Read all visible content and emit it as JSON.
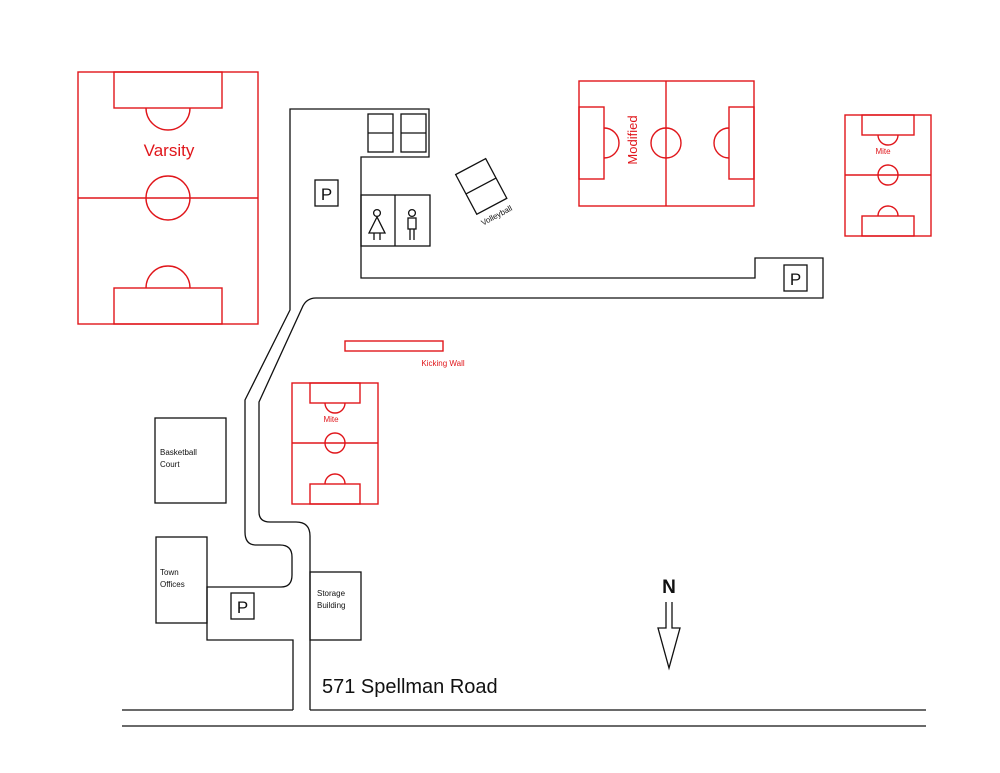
{
  "colors": {
    "field": "#e0161b",
    "building": "#111111"
  },
  "fields": {
    "varsity": "Varsity",
    "modified": "Modified",
    "mite_east": "Mite",
    "mite_center": "Mite",
    "kicking_wall": "Kicking Wall"
  },
  "facilities": {
    "volleyball": "Volleyball",
    "basketball_line1": "Basketball",
    "basketball_line2": "Court",
    "town_offices_line1": "Town",
    "town_offices_line2": "Offices",
    "storage_line1": "Storage",
    "storage_line2": "Building",
    "restroom_women_icon": "woman-restroom-icon",
    "restroom_men_icon": "man-restroom-icon"
  },
  "parking": {
    "label": "P"
  },
  "road": {
    "address": "571 Spellman Road"
  },
  "compass": {
    "label": "N",
    "icon": "north-arrow-icon"
  }
}
